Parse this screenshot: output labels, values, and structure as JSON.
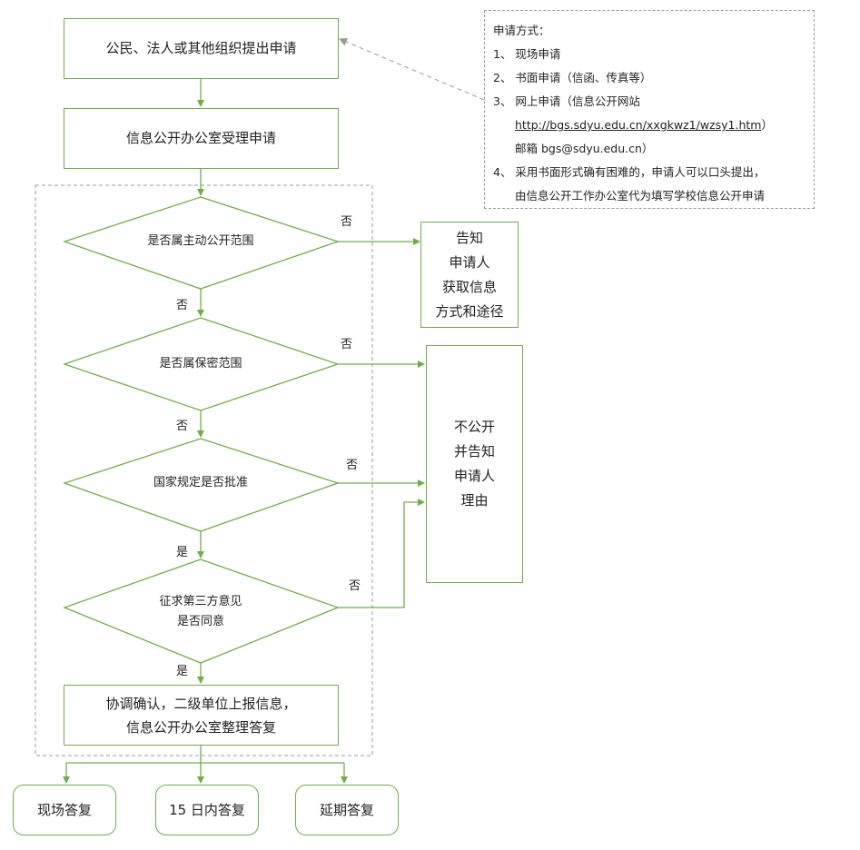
{
  "colors": {
    "accent": "#70AD47",
    "dash": "#999999"
  },
  "nodes": {
    "apply": "公民、法人或其他组织提出申请",
    "accept": "信息公开办公室受理申请",
    "d1": "是否属主动公开范围",
    "d2": "是否属保密范围",
    "d3": "国家规定是否批准",
    "d4_line1": "征求第三方意见",
    "d4_line2": "是否同意",
    "coord_line1": "协调确认，二级单位上报信息，",
    "coord_line2": "信息公开办公室整理答复",
    "notify": [
      "告知",
      "申请人",
      "获取信息",
      "方式和途径"
    ],
    "refuse": [
      "不公开",
      "并告知",
      "申请人",
      "理由"
    ],
    "out1": "现场答复",
    "out2": "15 日内答复",
    "out3": "延期答复"
  },
  "edge_labels": {
    "no": "否",
    "yes": "是"
  },
  "note": {
    "title": "申请方式：",
    "item1": "1、 现场申请",
    "item2": "2、 书面申请（信函、传真等）",
    "item3": "3、 网上申请（信息公开网站",
    "url": "http://bgs.sdyu.edu.cn/xxgkwz1/wzsy1.htm",
    "url_close": "）",
    "email_prefix": "邮箱 ",
    "email": "bgs@sdyu.edu.cn",
    "email_close": "）",
    "item4": "4、 采用书面形式确有困难的，申请人可以口头提出，",
    "item4_cont": "由信息公开工作办公室代为填写学校信息公开申请"
  }
}
